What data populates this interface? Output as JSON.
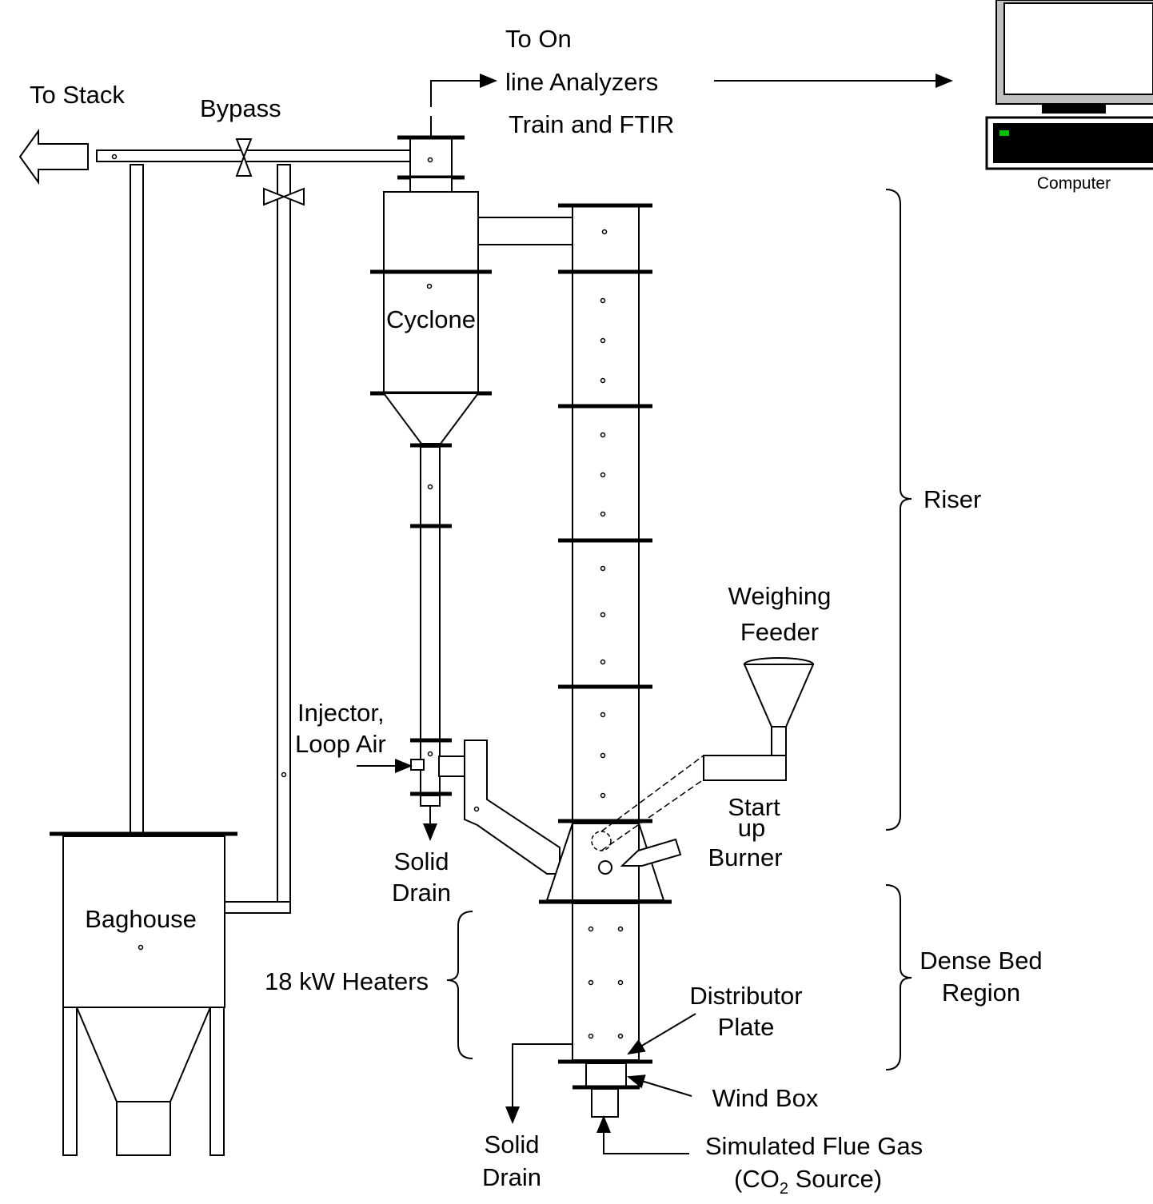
{
  "labels": {
    "to_stack": "To Stack",
    "bypass": "Bypass",
    "analyzers_line1": "To On",
    "analyzers_line2": "line Analyzers",
    "analyzers_line3": "Train and FTIR",
    "computer": "Computer",
    "cyclone": "Cyclone",
    "riser": "Riser",
    "weighing_feeder_line1": "Weighing",
    "weighing_feeder_line2": "Feeder",
    "injector_line1": "Injector,",
    "injector_line2": "Loop Air",
    "solid_drain_cyclone_line1": "Solid",
    "solid_drain_cyclone_line2": "Drain",
    "startup_line1": "Start",
    "startup_line2": "up",
    "startup_line3": "Burner",
    "baghouse": "Baghouse",
    "heaters": "18 kW Heaters",
    "dense_bed_line1": "Dense Bed",
    "dense_bed_line2": "Region",
    "distributor_line1": "Distributor",
    "distributor_line2": "Plate",
    "wind_box": "Wind Box",
    "solid_drain_bottom_line1": "Solid",
    "solid_drain_bottom_line2": "Drain",
    "flue_gas_line1": "Simulated Flue Gas",
    "flue_gas_line2_prefix": "(CO",
    "flue_gas_line2_sub": "2",
    "flue_gas_line2_suffix": " Source)"
  },
  "colors": {
    "line": "#000000",
    "background": "#ffffff",
    "monitor_frame": "#c0c0c0",
    "indicator_green": "#00c000"
  }
}
